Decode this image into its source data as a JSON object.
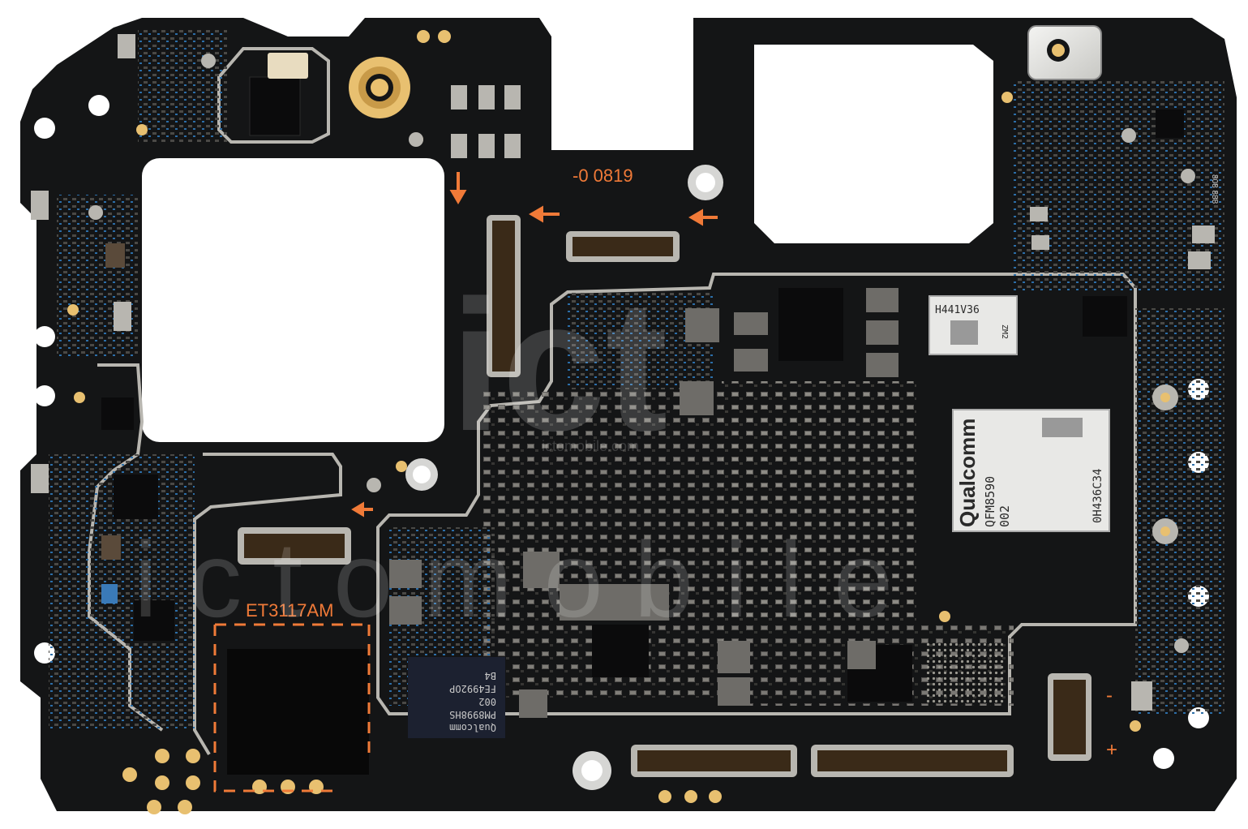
{
  "colors": {
    "background": "#ffffff",
    "pcb": "#141516",
    "silkscreen_orange": "#f07a38",
    "shield_silver": "#b8b6b0",
    "pad_gold": "#e8c070",
    "component_gray": "#6e6c68",
    "watermark": "#ffffff"
  },
  "board": {
    "silkscreen": {
      "top_label": "-0 0819",
      "ic_label": "ET3117AM",
      "minus_sign": "-",
      "plus_sign": "+",
      "edge_code": "808 888"
    },
    "chips": {
      "transceiver": {
        "brand": "Qualcomm",
        "line1": "QFM8590",
        "line2": "002",
        "side_code": "0H436C34"
      },
      "small_module": {
        "line1": "H441V36",
        "side_code": "ZM2"
      },
      "pmic": {
        "brand": "Qualcomm",
        "line1": "PM8998HS",
        "line2": "002",
        "line3": "FE4992OP",
        "line4": "B4"
      }
    },
    "watermark": {
      "logo_text": "ict",
      "site_text": "ictomobile.com",
      "big_text": "ictomobile"
    }
  }
}
